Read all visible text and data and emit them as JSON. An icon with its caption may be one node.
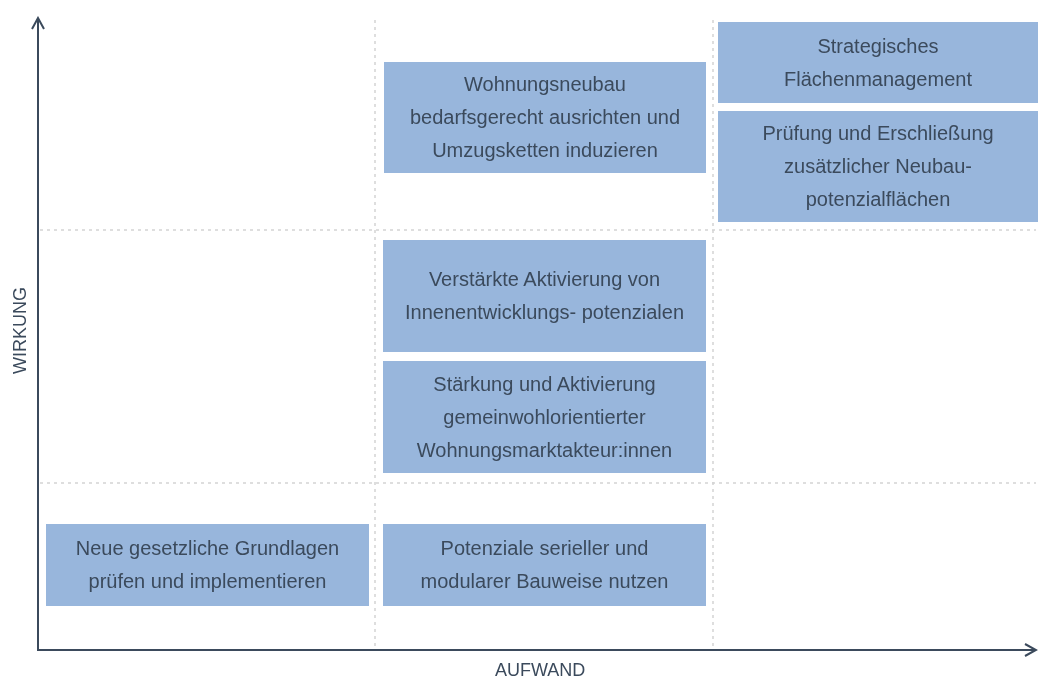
{
  "diagram": {
    "nodes": [
      {
        "text": [
          "Strategisches Flächenmanagement"
        ]
      },
      {
        "text": [
          "Prüfung und Erschließung zusätzlicher Neubau- potenzialflächen"
        ]
      },
      {
        "text": [
          "Wohnungsneubau bedarfsgerecht ausrichten und Umzugsketten induzieren"
        ]
      },
      {
        "text": [
          "Verstärkte Aktivierung von Innenentwicklungs- potenzialen"
        ]
      },
      {
        "text": [
          "Stärkung und Aktivierung gemeinwohlorientierter Wohnungsmarktakteur:innen"
        ]
      },
      {
        "text": [
          "Neue gesetzliche Grundlagen prüfen und implementieren"
        ]
      },
      {
        "text": [
          "Potenziale serieller und modularer Bauweise nutzen"
        ]
      }
    ],
    "edges": [],
    "labels": [
      "WIRKUNG",
      "AUFWAND"
    ]
  }
}
